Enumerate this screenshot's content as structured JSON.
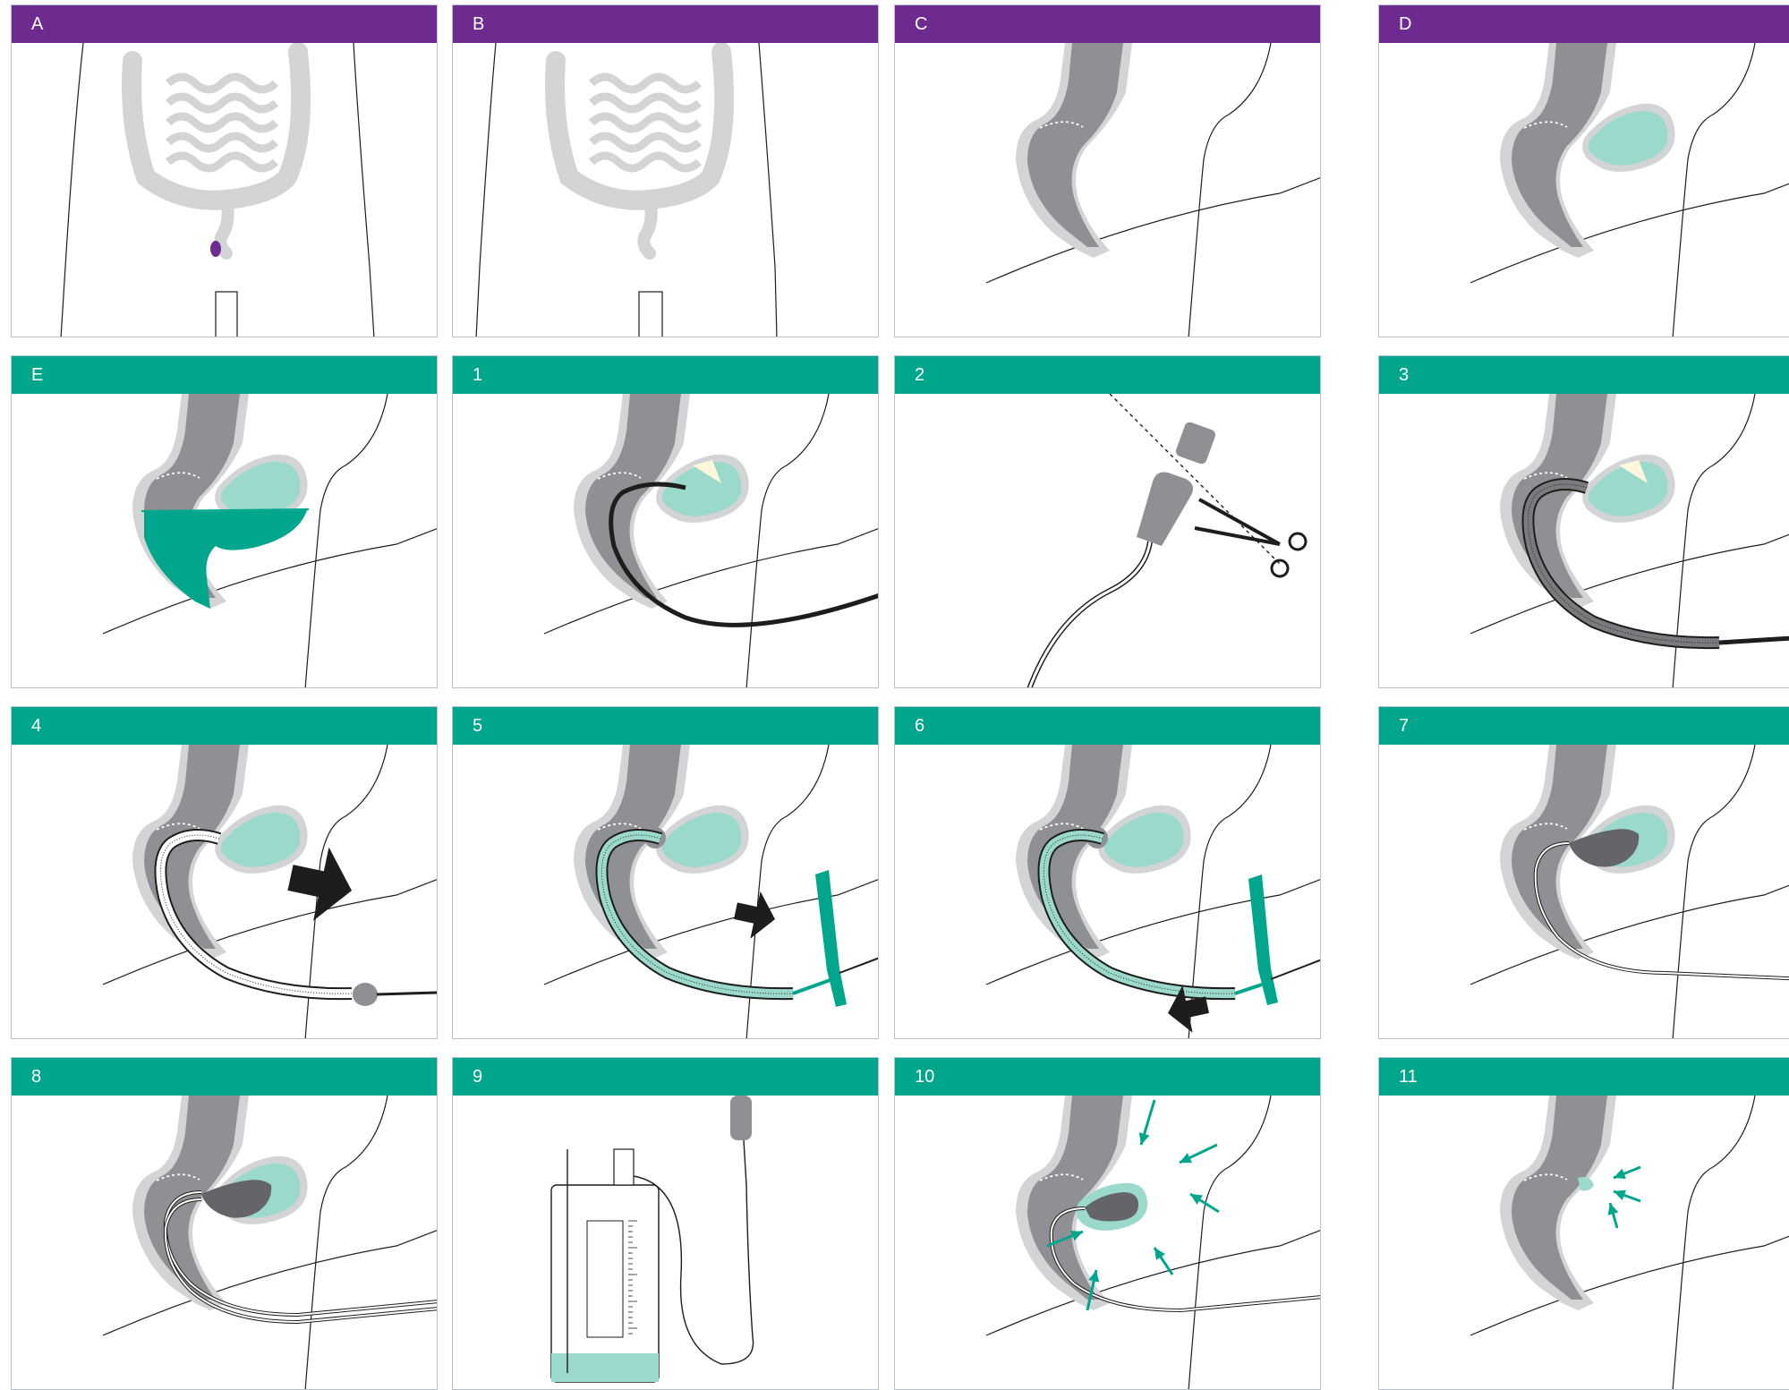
{
  "colors": {
    "purple": "#6d2a8f",
    "teal": "#00a68c",
    "teal_light": "#9ad9cb",
    "gray_dark": "#8f9094",
    "gray_light": "#d3d4d6",
    "gray_outline": "#c4c6c9",
    "black": "#1d1d1b"
  },
  "panels": [
    {
      "label": "A",
      "color": "purple",
      "scene": "overview"
    },
    {
      "label": "B",
      "color": "purple",
      "scene": "overview2"
    },
    {
      "label": "C",
      "color": "purple",
      "scene": "rectum"
    },
    {
      "label": "D",
      "color": "purple",
      "scene": "cavity"
    },
    {
      "label": "E",
      "color": "teal",
      "scene": "filled"
    },
    {
      "label": "1",
      "color": "teal",
      "scene": "scope"
    },
    {
      "label": "2",
      "color": "teal",
      "scene": "cut"
    },
    {
      "label": "3",
      "color": "teal",
      "scene": "sheath"
    },
    {
      "label": "4",
      "color": "teal",
      "scene": "withdraw"
    },
    {
      "label": "5",
      "color": "teal",
      "scene": "insert"
    },
    {
      "label": "6",
      "color": "teal",
      "scene": "pull"
    },
    {
      "label": "7",
      "color": "teal",
      "scene": "sponge"
    },
    {
      "label": "8",
      "color": "teal",
      "scene": "double"
    },
    {
      "label": "9",
      "color": "teal",
      "scene": "canister"
    },
    {
      "label": "10",
      "color": "teal",
      "scene": "shrink"
    },
    {
      "label": "11",
      "color": "teal",
      "scene": "healed"
    }
  ]
}
